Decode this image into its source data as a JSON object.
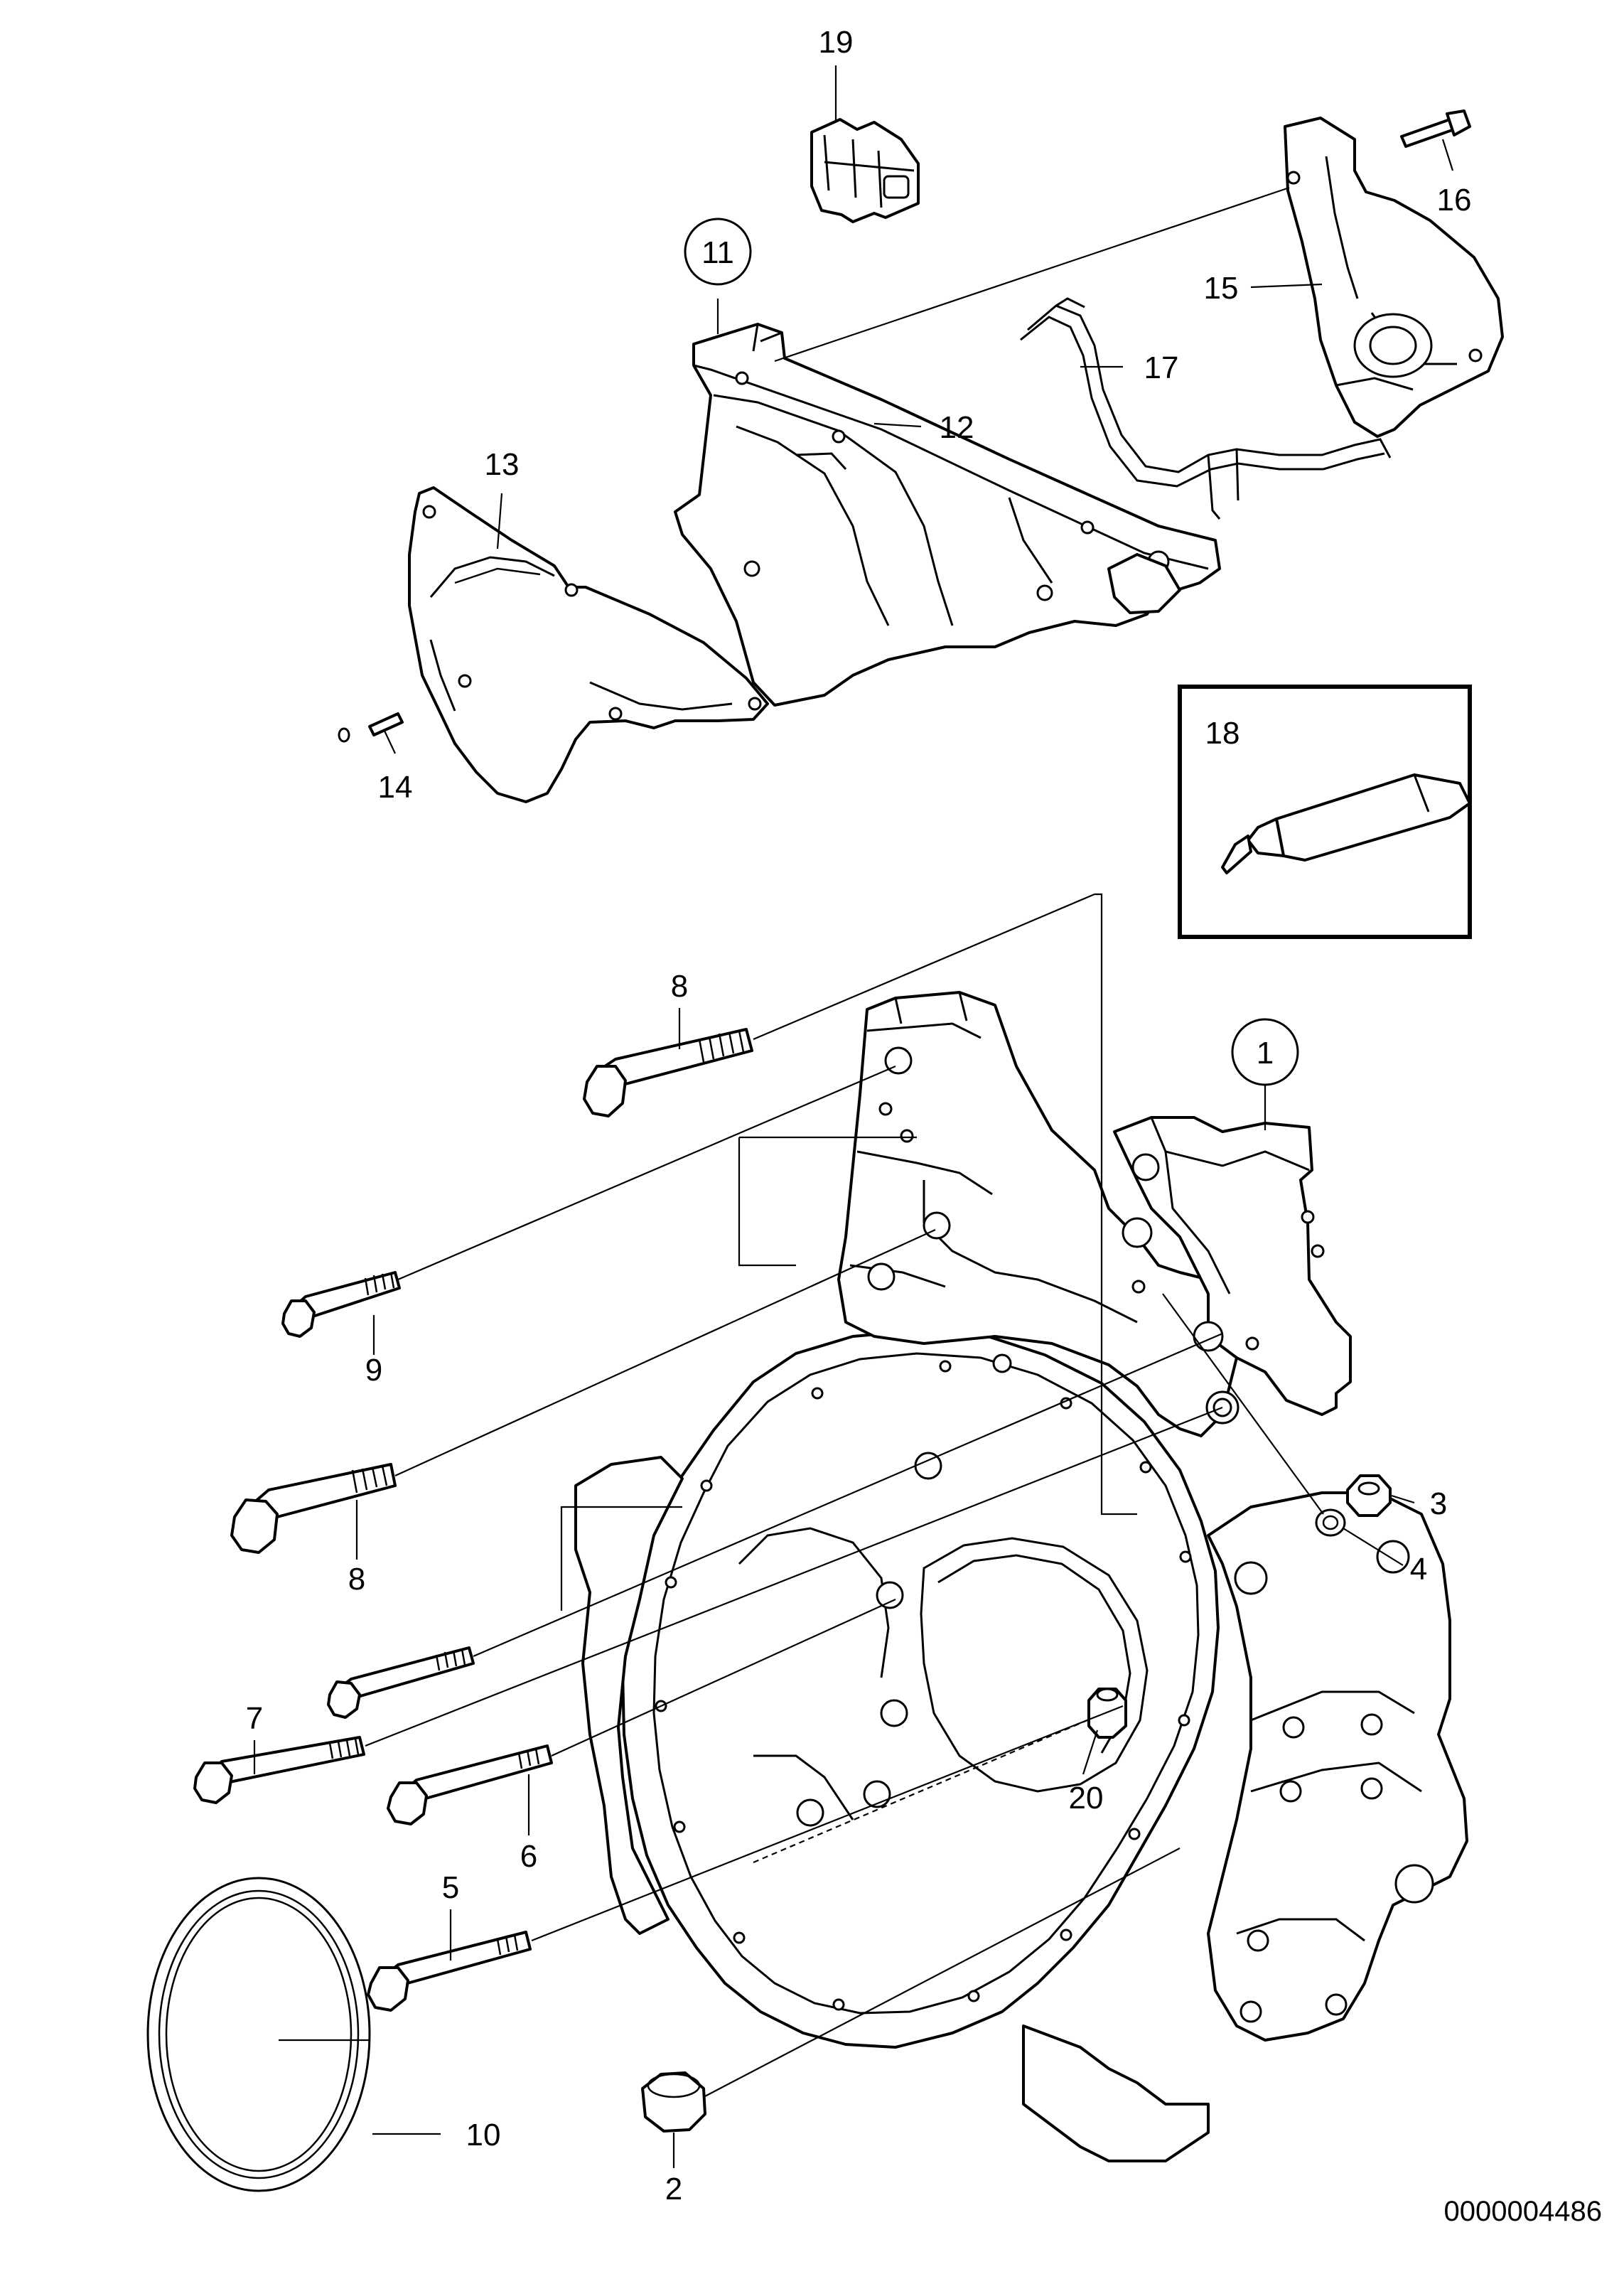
{
  "callouts": [
    {
      "id": "1",
      "text": "1",
      "circled": true
    },
    {
      "id": "2",
      "text": "2",
      "circled": false
    },
    {
      "id": "3",
      "text": "3",
      "circled": false
    },
    {
      "id": "4",
      "text": "4",
      "circled": false
    },
    {
      "id": "5",
      "text": "5",
      "circled": false
    },
    {
      "id": "6",
      "text": "6",
      "circled": false
    },
    {
      "id": "7",
      "text": "7",
      "circled": false
    },
    {
      "id": "8a",
      "text": "8",
      "circled": false
    },
    {
      "id": "8b",
      "text": "8",
      "circled": false
    },
    {
      "id": "9",
      "text": "9",
      "circled": false
    },
    {
      "id": "10",
      "text": "10",
      "circled": false
    },
    {
      "id": "11",
      "text": "11",
      "circled": true
    },
    {
      "id": "12",
      "text": "12",
      "circled": false
    },
    {
      "id": "13",
      "text": "13",
      "circled": false
    },
    {
      "id": "14",
      "text": "14",
      "circled": false
    },
    {
      "id": "15",
      "text": "15",
      "circled": false
    },
    {
      "id": "16",
      "text": "16",
      "circled": false
    },
    {
      "id": "17",
      "text": "17",
      "circled": false
    },
    {
      "id": "18",
      "text": "18",
      "circled": false
    },
    {
      "id": "19",
      "text": "19",
      "circled": false
    },
    {
      "id": "20",
      "text": "20",
      "circled": false
    }
  ],
  "document_number": "0000004486"
}
